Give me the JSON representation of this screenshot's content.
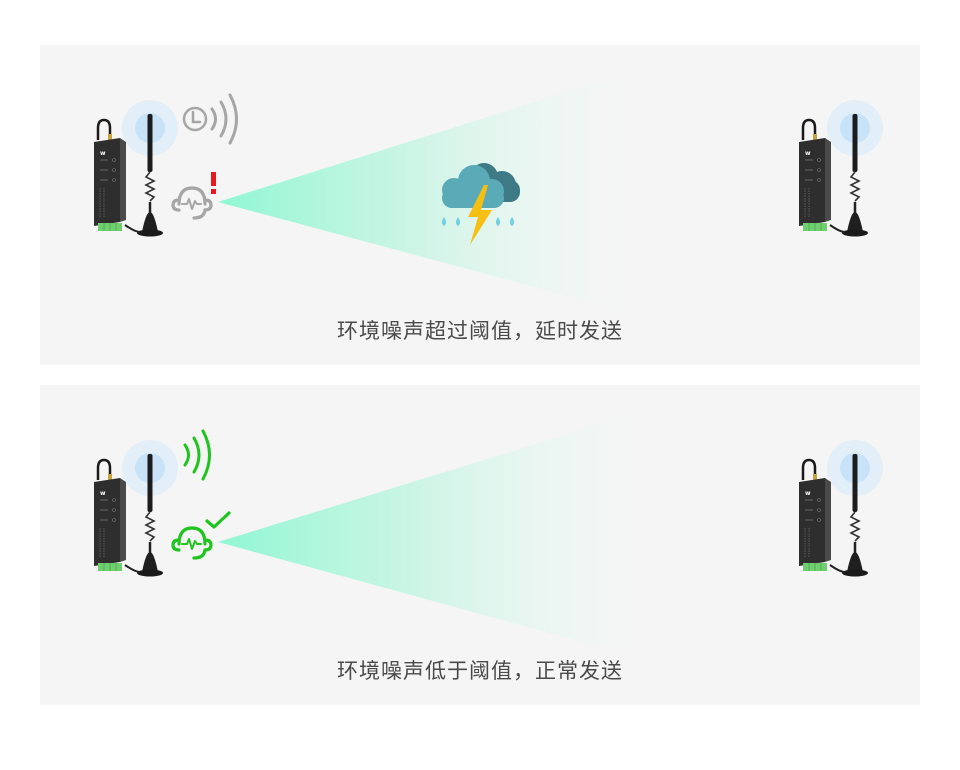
{
  "panels": [
    {
      "id": "noise-high",
      "caption": "环境噪声超过阈值，延时发送",
      "status": "delayed",
      "sender_icon": "clock-signal-icon",
      "listen_icon": "headset-waveform-icon",
      "listen_badge": "exclamation-icon",
      "middle_icon": "thunderstorm-cloud-icon",
      "accent_color": "#a6a6a6",
      "badge_color": "#e8191d"
    },
    {
      "id": "noise-low",
      "caption": "环境噪声低于阈值，正常发送",
      "status": "normal",
      "sender_icon": "signal-waves-icon",
      "listen_icon": "headset-waveform-icon",
      "listen_badge": "checkmark-icon",
      "middle_icon": null,
      "accent_color": "#1fc41f",
      "badge_color": "#1fc41f"
    }
  ],
  "colors": {
    "panel_bg": "#f5f5f5",
    "beam": "#7ff5cf",
    "halo": "#cfe6f7",
    "device_body": "#2b2b2b",
    "device_terminal": "#6fcf6f"
  }
}
